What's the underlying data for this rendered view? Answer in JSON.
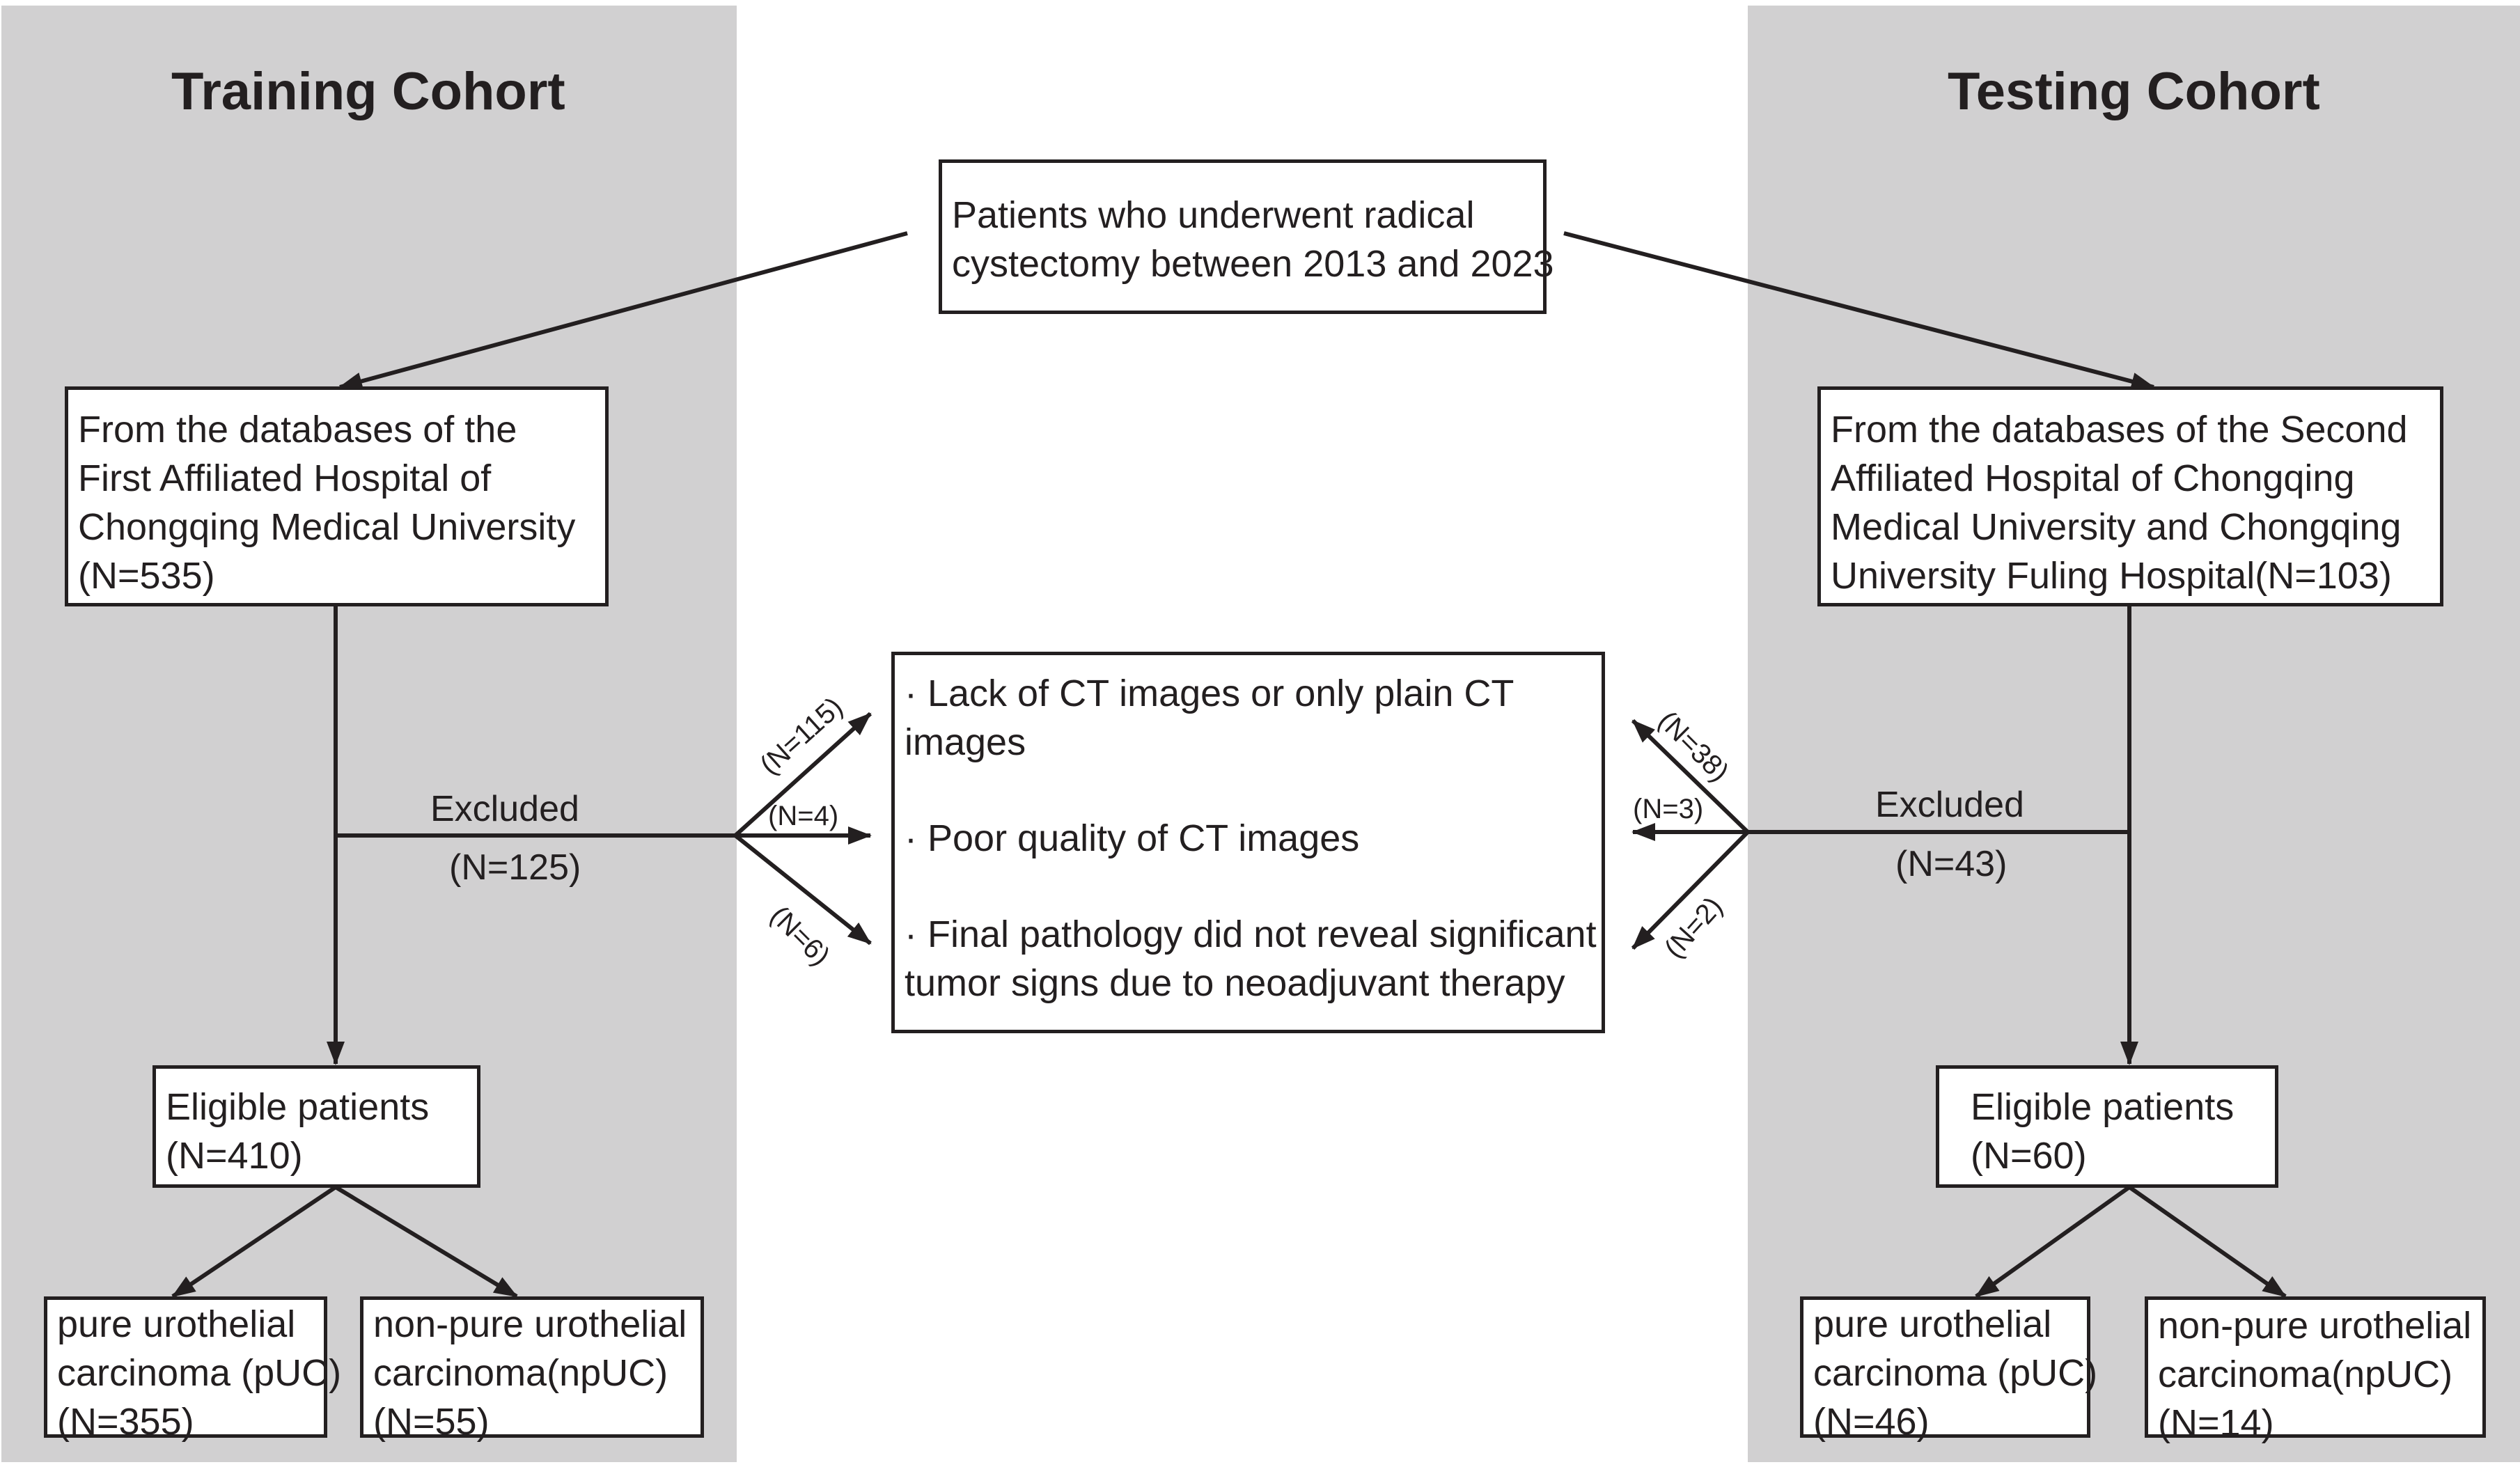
{
  "training": {
    "title": "Training Cohort",
    "source": [
      "From the databases of the",
      "First Affiliated Hospital of",
      "Chongqing Medical University",
      "(N=535)"
    ],
    "excluded_label": "Excluded",
    "excluded_count": "(N=125)",
    "eligible": [
      "Eligible patients",
      "(N=410)"
    ],
    "puc": [
      "pure urothelial",
      "carcinoma (pUC)",
      "(N=355)"
    ],
    "npuc": [
      "non-pure urothelial",
      "carcinoma(npUC)",
      "(N=55)"
    ],
    "split": [
      "(N=115)",
      "(N=4)",
      "(N=6)"
    ]
  },
  "testing": {
    "title": "Testing Cohort",
    "source": [
      "From the databases of the Second",
      "Affiliated Hospital of Chongqing",
      "Medical University and Chongqing",
      "University Fuling Hospital(N=103)"
    ],
    "excluded_label": "Excluded",
    "excluded_count": "(N=43)",
    "eligible": [
      "Eligible patients",
      "(N=60)"
    ],
    "puc": [
      "pure urothelial",
      "carcinoma (pUC)",
      "(N=46)"
    ],
    "npuc": [
      "non-pure urothelial",
      "carcinoma(npUC)",
      "(N=14)"
    ],
    "split": [
      "(N=38)",
      "(N=3)",
      "(N=2)"
    ]
  },
  "top": [
    "Patients who underwent radical",
    "cystectomy between 2013 and 2023"
  ],
  "exclusion": {
    "reason1": [
      "· Lack of CT images or only plain CT",
      "images"
    ],
    "reason2": [
      "· Poor quality of CT images"
    ],
    "reason3": [
      "· Final pathology did not reveal significant",
      "tumor signs due to neoadjuvant therapy"
    ]
  },
  "colors": {
    "panel": "#d1d0d1",
    "line": "#231f20",
    "box": "#ffffff"
  }
}
